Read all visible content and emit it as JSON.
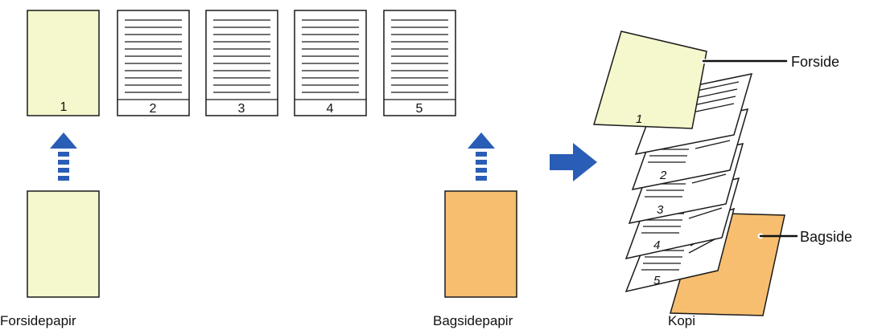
{
  "colors": {
    "cover": "#f5f7cc",
    "back": "#f7be70",
    "arrow": "#2a5db5",
    "page": "#ffffff",
    "stroke": "#1a1a1a"
  },
  "pages": [
    {
      "number": "1",
      "kind": "cover"
    },
    {
      "number": "2",
      "kind": "text"
    },
    {
      "number": "3",
      "kind": "text"
    },
    {
      "number": "4",
      "kind": "text"
    },
    {
      "number": "5",
      "kind": "text"
    }
  ],
  "labels": {
    "front_paper": "Forsidepapir",
    "back_paper": "Bagsidepapir",
    "copy": "Kopi",
    "front": "Forside",
    "back": "Bagside"
  },
  "stack_numbers": [
    "1",
    "2",
    "3",
    "4",
    "5"
  ],
  "icons": {
    "up_arrow": "dashed-up-arrow-icon",
    "right_arrow": "right-arrow-icon"
  }
}
